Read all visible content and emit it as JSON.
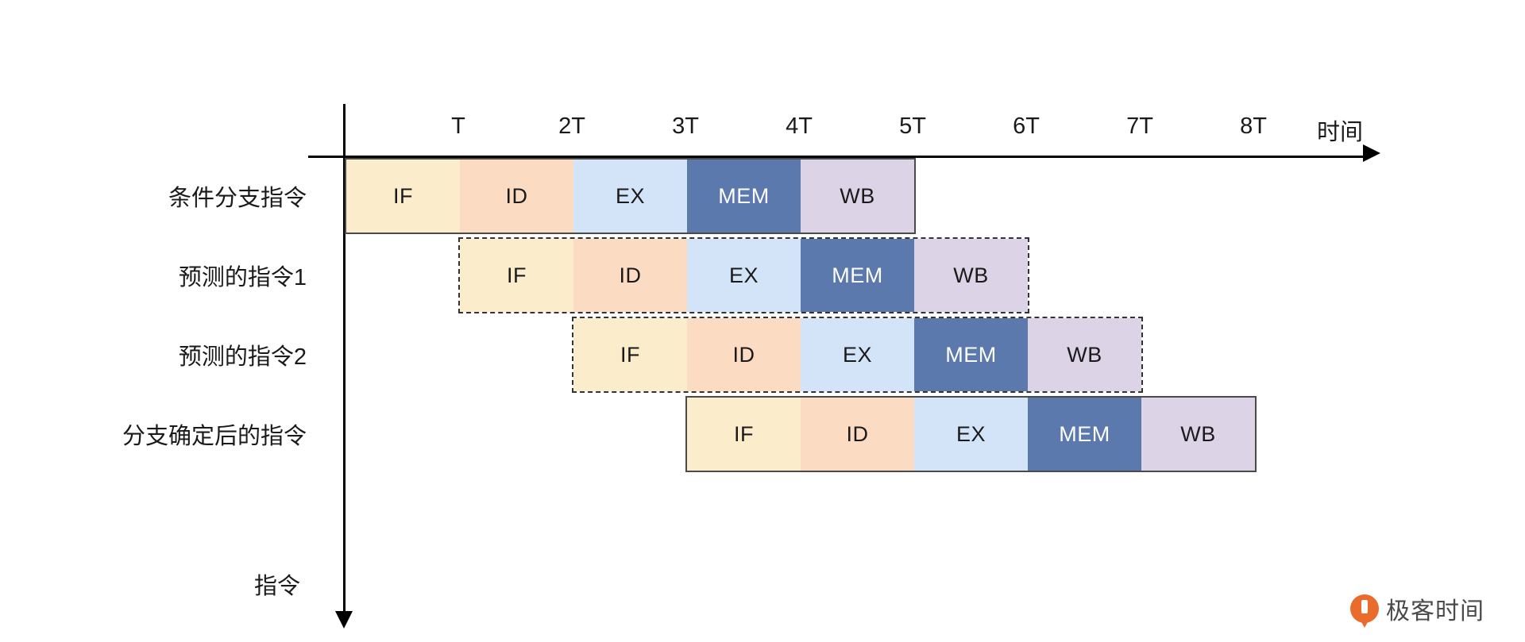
{
  "diagram": {
    "title_present": false,
    "axes": {
      "x_caption": "时间",
      "y_caption": "指令",
      "x_ticks": [
        "T",
        "2T",
        "3T",
        "4T",
        "5T",
        "6T",
        "7T",
        "8T"
      ]
    },
    "stage_names": {
      "IF": "IF",
      "ID": "ID",
      "EX": "EX",
      "MEM": "MEM",
      "WB": "WB"
    },
    "colors": {
      "IF": "#fbeccc",
      "ID": "#fbdcc3",
      "EX": "#d3e4f8",
      "MEM": "#5b79ac",
      "WB": "#ddd3e6",
      "axis": "#000000",
      "dashed_border": "#333333",
      "solid_border": "#4a4a4a",
      "text": "#1a1a1a",
      "mem_text": "#ffffff",
      "watermark_orange": "#ea6c2d"
    },
    "rows": [
      {
        "label": "条件分支指令",
        "start_cycle": 0,
        "border": "solid",
        "stages": [
          "IF",
          "ID",
          "EX",
          "MEM",
          "WB"
        ]
      },
      {
        "label": "预测的指令1",
        "start_cycle": 1,
        "border": "dashed",
        "stages": [
          "IF",
          "ID",
          "EX",
          "MEM",
          "WB"
        ]
      },
      {
        "label": "预测的指令2",
        "start_cycle": 2,
        "border": "dashed",
        "stages": [
          "IF",
          "ID",
          "EX",
          "MEM",
          "WB"
        ]
      },
      {
        "label": "分支确定后的指令",
        "start_cycle": 3,
        "border": "solid",
        "stages": [
          "IF",
          "ID",
          "EX",
          "MEM",
          "WB"
        ]
      }
    ]
  },
  "watermark": {
    "text": "极客时间",
    "logo": "geektime-logo-icon"
  }
}
